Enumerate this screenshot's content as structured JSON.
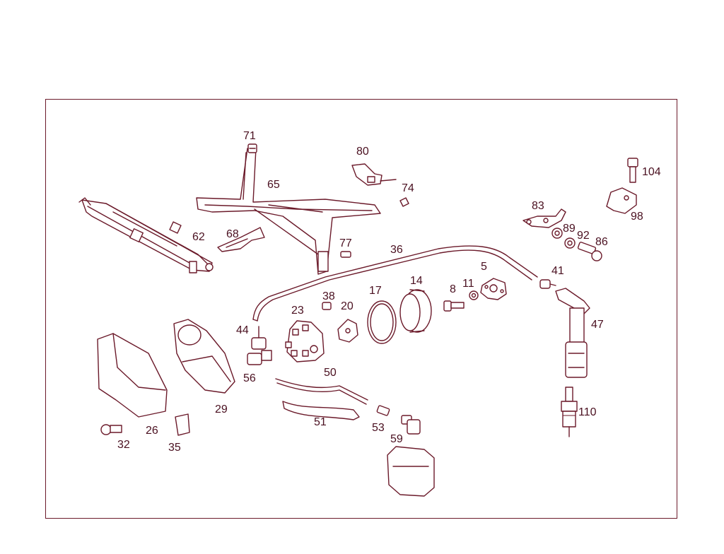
{
  "diagram": {
    "labels": {
      "p5": "5",
      "p8": "8",
      "p11": "11",
      "p14": "14",
      "p17": "17",
      "p20": "20",
      "p23": "23",
      "p26": "26",
      "p29": "29",
      "p32": "32",
      "p35": "35",
      "p36": "36",
      "p38": "38",
      "p41": "41",
      "p44": "44",
      "p47": "47",
      "p50": "50",
      "p51": "51",
      "p53": "53",
      "p56": "56",
      "p59": "59",
      "p62": "62",
      "p65": "65",
      "p68": "68",
      "p71": "71",
      "p74": "74",
      "p77": "77",
      "p80": "80",
      "p83": "83",
      "p86": "86",
      "p89": "89",
      "p92": "92",
      "p98": "98",
      "p104": "104",
      "p110": "110"
    },
    "colors": {
      "line": "#6b1a2a",
      "text": "#4a1020",
      "background": "#ffffff"
    }
  }
}
